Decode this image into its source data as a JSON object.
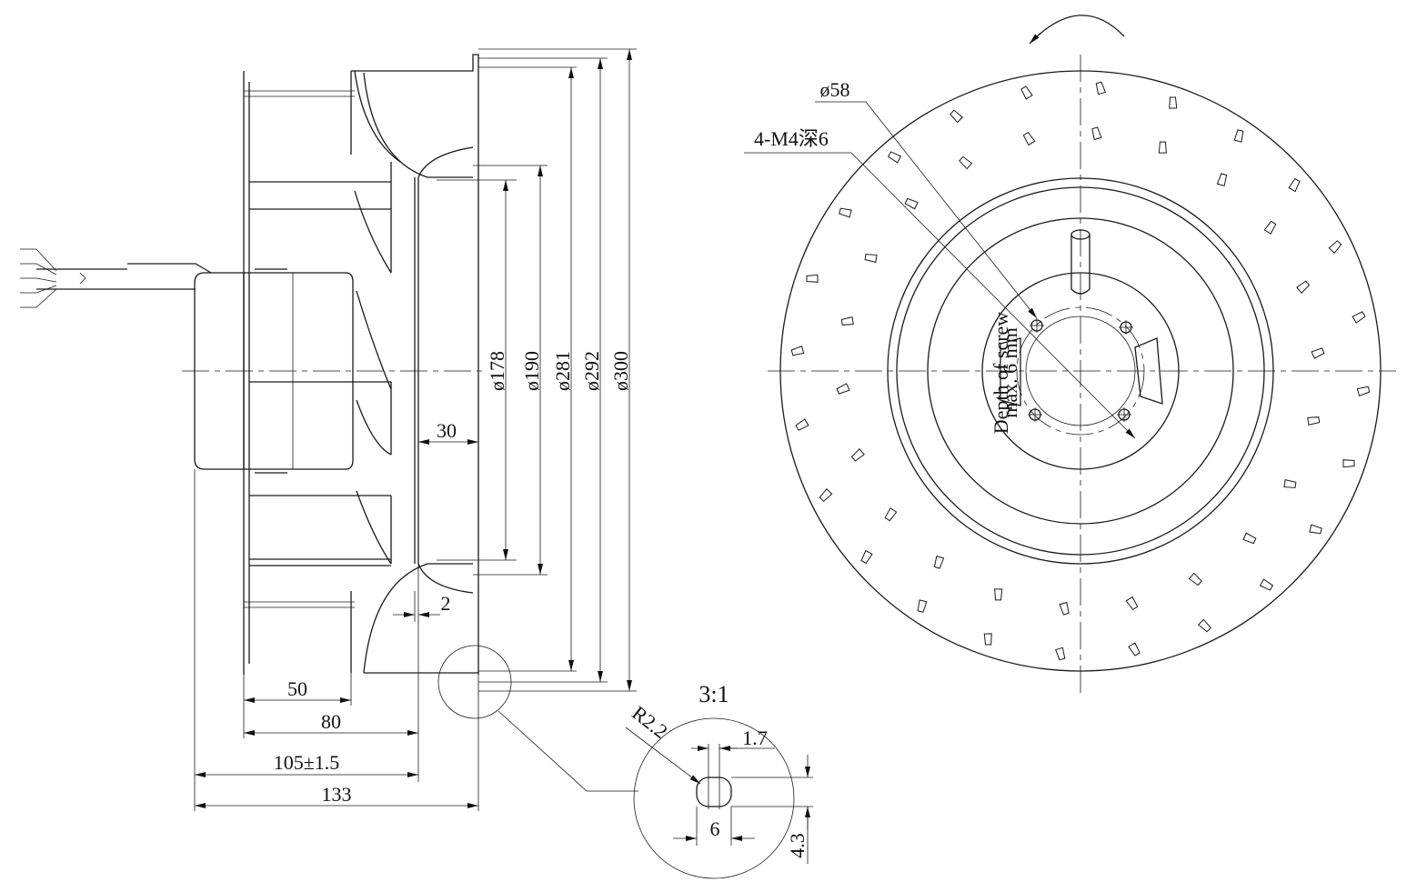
{
  "drawing": {
    "side_view": {
      "dims": {
        "d178": "ø178",
        "d190": "ø190",
        "d281": "ø281",
        "d292": "ø292",
        "d300": "ø300",
        "w30": "30",
        "w2": "2",
        "w50": "50",
        "w80": "80",
        "w105": "105±1.5",
        "w133": "133"
      }
    },
    "front_view": {
      "hole_dia": "ø58",
      "screw_spec": "4-M4深6",
      "label_text": [
        "Depth of screw",
        "max. 6 mm"
      ]
    },
    "detail": {
      "scale": "3:1",
      "r": "R2.2",
      "w17": "1.7",
      "w6": "6",
      "h43": "4.3"
    }
  }
}
